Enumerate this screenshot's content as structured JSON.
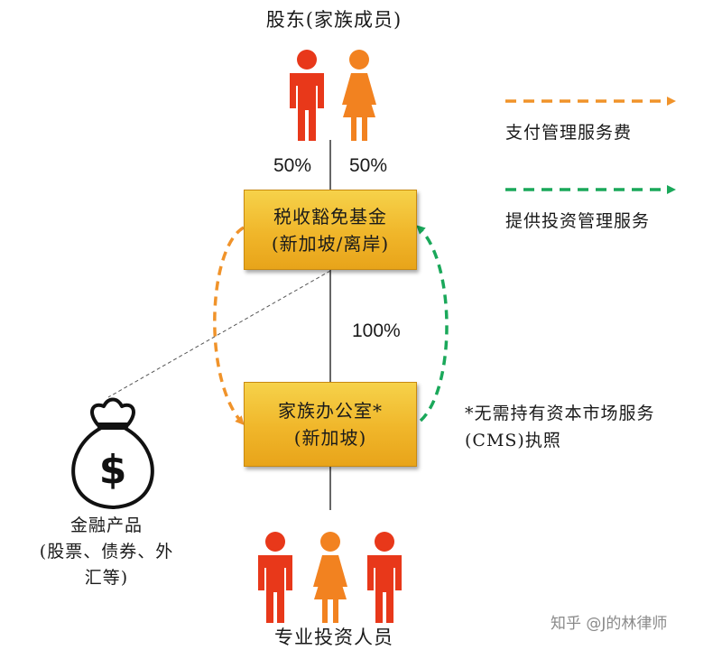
{
  "shareholders": {
    "title": "股东(家族成员)",
    "split_left": "50%",
    "split_right": "50%"
  },
  "fund_box": {
    "line1": "税收豁免基金",
    "line2": "(新加坡/离岸)"
  },
  "ownership": "100%",
  "office_box": {
    "line1": "家族办公室*",
    "line2": "(新加坡)"
  },
  "legend": {
    "fee_label": "支付管理服务费",
    "service_label": "提供投资管理服务",
    "fee_color": "#f0932a",
    "service_color": "#1aa85a"
  },
  "note": {
    "line1": "*无需持有资本市场服务",
    "line2": "(CMS)执照"
  },
  "financial": {
    "icon": "money-bag-icon",
    "line1": "金融产品",
    "line2": "(股票、债券、外",
    "line3": "汇等)"
  },
  "professionals": {
    "title": "专业投资人员"
  },
  "watermark": "知乎 @J的林律师"
}
